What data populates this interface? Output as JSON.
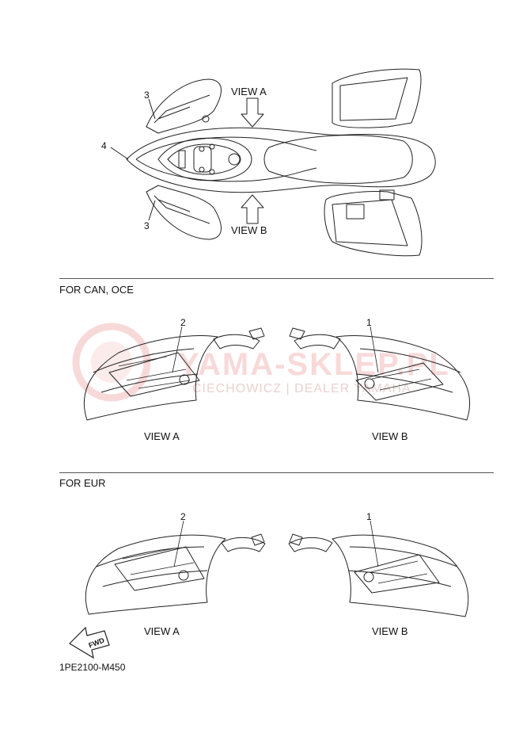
{
  "top": {
    "view_a": "VIEW A",
    "view_b": "VIEW B",
    "callouts": {
      "upper_3": "3",
      "lower_3": "3",
      "front_4": "4"
    }
  },
  "section1": {
    "heading": "FOR CAN, OCE",
    "left_view": "VIEW A",
    "right_view": "VIEW B",
    "left_callout": "2",
    "right_callout": "1"
  },
  "section2": {
    "heading": "FOR EUR",
    "left_view": "VIEW A",
    "right_view": "VIEW B",
    "left_callout": "2",
    "right_callout": "1"
  },
  "fwd_label": "FWD",
  "part_code": "1PE2100-M450",
  "watermark": {
    "line1": "YAMA-SKLEP.PL",
    "line2": "CIECHOWICZ | DEALER YAMAHA"
  }
}
